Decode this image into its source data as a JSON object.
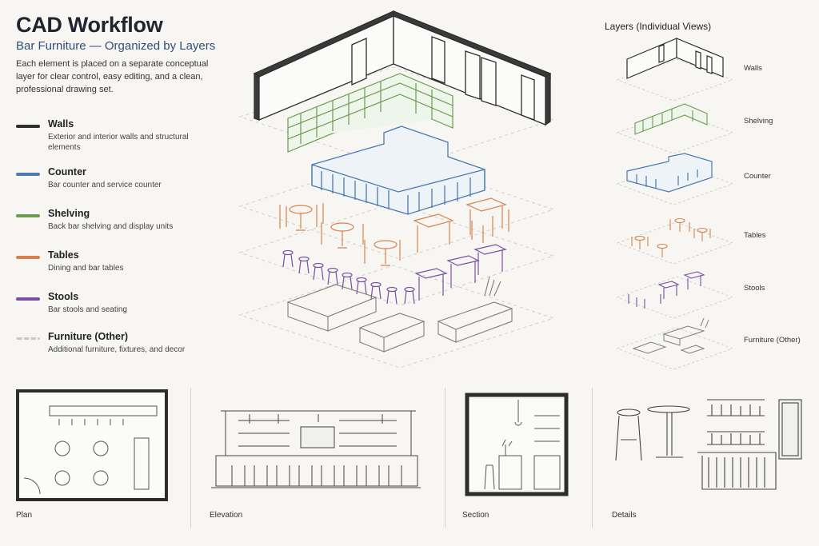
{
  "header": {
    "title": "CAD Workflow",
    "subtitle": "Bar Furniture — Organized by Layers",
    "intro": "Each element is placed on a separate conceptual layer for clear control, easy editing, and a clean, professional drawing set."
  },
  "legend": [
    {
      "name": "Walls",
      "desc": "Exterior and interior walls and structural elements",
      "color": "#2d2d2d"
    },
    {
      "name": "Counter",
      "desc": "Bar counter and service counter",
      "color": "#4a7bb0"
    },
    {
      "name": "Shelving",
      "desc": "Back bar shelving and display units",
      "color": "#6b9b50"
    },
    {
      "name": "Tables",
      "desc": "Dining and bar tables",
      "color": "#d9814b"
    },
    {
      "name": "Stools",
      "desc": "Bar stools and seating",
      "color": "#7a4fa3"
    },
    {
      "name": "Furniture (Other)",
      "desc": "Additional furniture, fixtures, and decor",
      "color": "#c9c9c9"
    }
  ],
  "side": {
    "title": "Layers (Individual Views)",
    "labels": [
      "Walls",
      "Shelving",
      "Counter",
      "Tables",
      "Stools",
      "Furniture (Other)"
    ]
  },
  "views": {
    "plan": "Plan",
    "elevation": "Elevation",
    "section": "Section",
    "details": "Details"
  }
}
